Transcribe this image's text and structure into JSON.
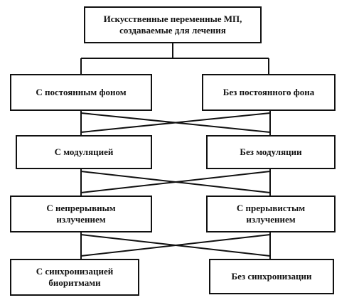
{
  "nodes": {
    "root": "Искусственные переменные МП,\nсоздаваемые для лечения",
    "left_1": "С постоянным фоном",
    "right_1": "Без постоянного фона",
    "left_2": "С  модуляцией",
    "right_2": "Без  модуляции",
    "left_3": "С  непрерывным\nизлучением",
    "right_3": "С  прерывистым\nизлучением",
    "left_4": "С синхронизацией\nбиоритмами",
    "right_4": "Без синхронизации"
  }
}
